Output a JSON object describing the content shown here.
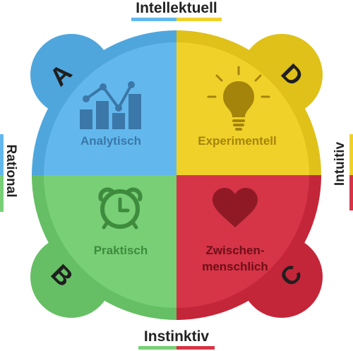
{
  "axes": {
    "top": "Intellektuell",
    "bottom": "Instinktiv",
    "left": "Rational",
    "right": "Intuitiv"
  },
  "quadrants": {
    "a": {
      "letter": "A",
      "label": "Analytisch",
      "icon": "bar-chart-icon",
      "color": "#62b8ed",
      "dark": "#4da4db"
    },
    "d": {
      "letter": "D",
      "label": "Experimentell",
      "icon": "light-bulb-icon",
      "color": "#f0d12a",
      "dark": "#dcbd16"
    },
    "b": {
      "letter": "B",
      "label": "Praktisch",
      "icon": "alarm-clock-icon",
      "color": "#78cf75",
      "dark": "#64bc63"
    },
    "c": {
      "letter": "C",
      "label_line1": "Zwischen-",
      "label_line2": "menschlich",
      "icon": "heart-icon",
      "color": "#d63447",
      "dark": "#c02437"
    }
  },
  "colors": {
    "blue": "#62b8ed",
    "yellow": "#f0d12a",
    "green": "#78cf75",
    "red": "#d63447",
    "text_dark": "#222222"
  }
}
